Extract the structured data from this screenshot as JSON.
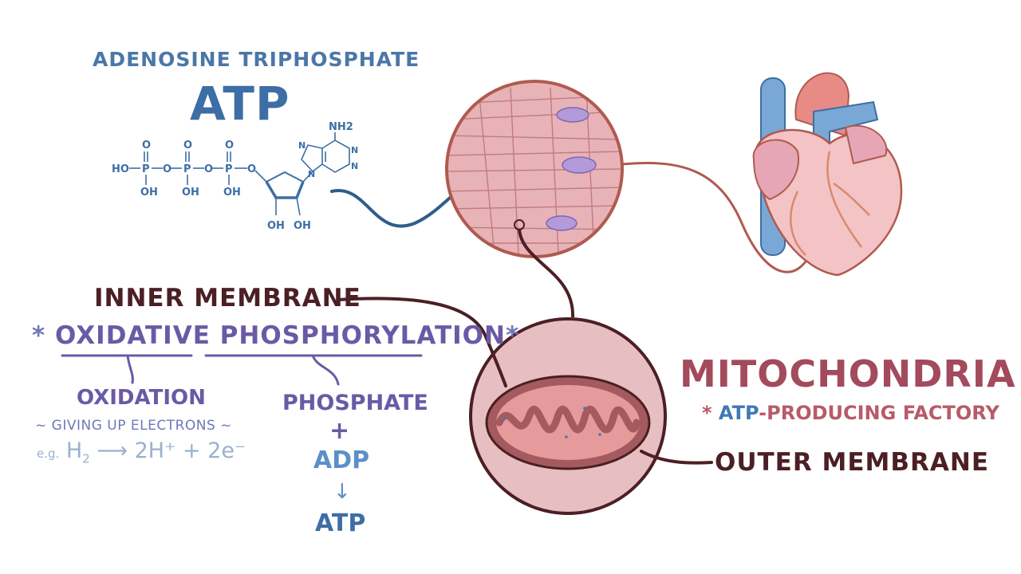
{
  "title": {
    "subtitle": "ADENOSINE TRIPHOSPHATE",
    "heading": "ATP"
  },
  "molecule": {
    "amine": "NH2",
    "groups": [
      "HO",
      "P",
      "O",
      "P",
      "O",
      "P",
      "O"
    ],
    "oh_labels": [
      "OH",
      "OH",
      "OH"
    ],
    "double_o": [
      "O",
      "O",
      "O"
    ],
    "sugar_oh": [
      "OH",
      "OH"
    ],
    "ring_n": [
      "N",
      "N",
      "N",
      "N"
    ]
  },
  "labels": {
    "inner_membrane": "INNER MEMBRANE",
    "oxidative_phosphorylation": "OXIDATIVE PHOSPHORYLATION",
    "star": "*",
    "oxidation": "OXIDATION",
    "giving_up_electrons": "~ GIVING UP ELECTRONS ~",
    "equation": {
      "eg": "e.g.",
      "left": "H",
      "sub": "2",
      "right": "2H⁺ + 2e⁻"
    },
    "phosphate": "PHOSPHATE",
    "plus": "+",
    "adp": "ADP",
    "down_arrow": "↓",
    "atp": "ATP",
    "mitochondria": "MITOCHONDRIA",
    "factory_star": "*",
    "factory_atp": "ATP",
    "factory_rest": "-PRODUCING FACTORY",
    "outer_membrane": "OUTER MEMBRANE"
  },
  "colors": {
    "blue": "#3d6ea5",
    "purple": "#6a5aa6",
    "maroon": "#4b1f24",
    "rose": "#a34a5c"
  }
}
